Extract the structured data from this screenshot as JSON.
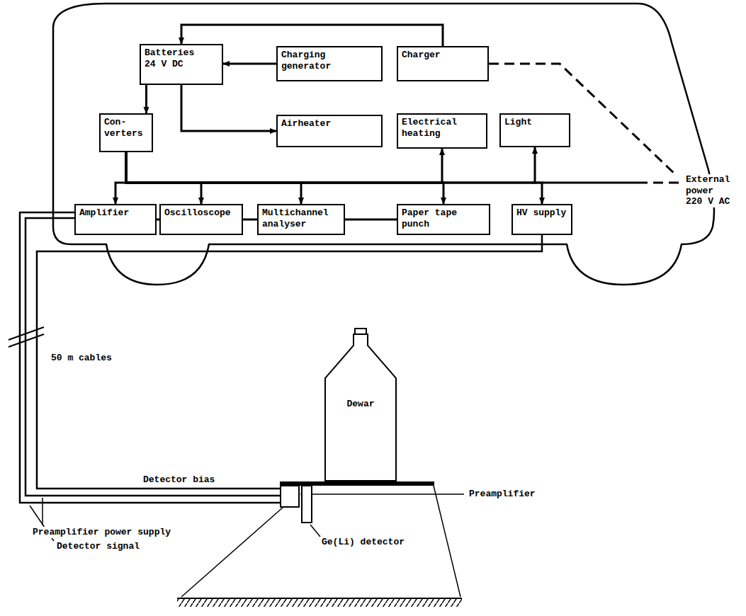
{
  "diagram": {
    "nodes": [
      {
        "text": [
          "Batteries 24 V DC"
        ]
      },
      {
        "text": [
          "Charging generator"
        ]
      },
      {
        "text": [
          "Charger"
        ]
      },
      {
        "text": [
          "Con- verters"
        ]
      },
      {
        "text": [
          "Airheater"
        ]
      },
      {
        "text": [
          "Electrical heating"
        ]
      },
      {
        "text": [
          "Light"
        ]
      },
      {
        "text": [
          "Amplifier"
        ]
      },
      {
        "text": [
          "Oscilloscope"
        ]
      },
      {
        "text": [
          "Multichannel analyser"
        ]
      },
      {
        "text": [
          "Paper tape punch"
        ]
      },
      {
        "text": [
          "HV supply"
        ]
      },
      {
        "text": [
          "Dewar"
        ]
      }
    ],
    "edges": [
      {
        "from": 2,
        "to": 0,
        "arrow": "to"
      },
      {
        "from": 1,
        "to": 0,
        "arrow": "to"
      },
      {
        "from": 0,
        "to": 3,
        "arrow": "to"
      },
      {
        "from": 0,
        "to": 4,
        "arrow": "to"
      },
      {
        "from": 3,
        "to": 7,
        "arrow": "to"
      },
      {
        "from": 3,
        "to": 8,
        "arrow": "to"
      },
      {
        "from": 3,
        "to": 9,
        "arrow": "to"
      },
      {
        "from": 3,
        "to": 10,
        "arrow": "to"
      },
      {
        "from": 3,
        "to": 5,
        "arrow": "to"
      },
      {
        "from": 3,
        "to": 11,
        "arrow": "to"
      },
      {
        "from": 3,
        "to": 6,
        "arrow": "to"
      },
      {
        "from": 7,
        "to": 8,
        "arrow": "none"
      },
      {
        "from": 8,
        "to": 9,
        "arrow": "none"
      },
      {
        "from": 9,
        "to": 10,
        "arrow": "none"
      }
    ],
    "labels": [
      "External power 220 V AC",
      "50 m cables",
      "Detector bias",
      "Preamplifier power supply",
      "Detector signal",
      "Preamplifier",
      "Ge(Li) detector"
    ]
  }
}
